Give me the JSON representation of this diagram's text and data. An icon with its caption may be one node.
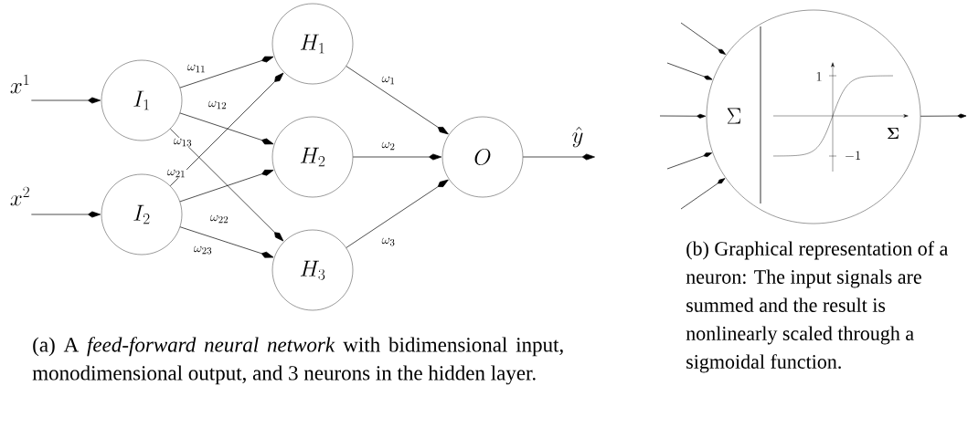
{
  "diagram": {
    "nodes": [
      {
        "text": [
          "x^1"
        ]
      },
      {
        "text": [
          "x^2"
        ]
      },
      {
        "text": [
          "I_1"
        ]
      },
      {
        "text": [
          "I_2"
        ]
      },
      {
        "text": [
          "H_1"
        ]
      },
      {
        "text": [
          "H_2"
        ]
      },
      {
        "text": [
          "H_3"
        ]
      },
      {
        "text": [
          "O"
        ]
      },
      {
        "text": [
          "\\hat{y}"
        ]
      },
      {
        "text": [
          "\\Sigma",
          "1",
          "-1",
          "\\Sigma"
        ]
      }
    ],
    "edges": [
      {
        "from": 0,
        "to": 2,
        "arrow": "to"
      },
      {
        "from": 1,
        "to": 3,
        "arrow": "to"
      },
      {
        "from": 2,
        "to": 4,
        "arrow": "to",
        "label": "\\omega_{11}"
      },
      {
        "from": 2,
        "to": 5,
        "arrow": "to",
        "label": "\\omega_{12}"
      },
      {
        "from": 2,
        "to": 6,
        "arrow": "to",
        "label": "\\omega_{13}"
      },
      {
        "from": 3,
        "to": 4,
        "arrow": "to",
        "label": "\\omega_{21}"
      },
      {
        "from": 3,
        "to": 5,
        "arrow": "to",
        "label": "\\omega_{22}"
      },
      {
        "from": 3,
        "to": 6,
        "arrow": "to",
        "label": "\\omega_{23}"
      },
      {
        "from": 4,
        "to": 7,
        "arrow": "to",
        "label": "\\omega_1"
      },
      {
        "from": 5,
        "to": 7,
        "arrow": "to",
        "label": "\\omega_2"
      },
      {
        "from": 6,
        "to": 7,
        "arrow": "to",
        "label": "\\omega_3"
      },
      {
        "from": 7,
        "to": 8,
        "arrow": "to"
      },
      {
        "from": null,
        "to": 9,
        "arrow": "to"
      },
      {
        "from": null,
        "to": 9,
        "arrow": "to"
      },
      {
        "from": null,
        "to": 9,
        "arrow": "to"
      },
      {
        "from": null,
        "to": 9,
        "arrow": "to"
      },
      {
        "from": null,
        "to": 9,
        "arrow": "to"
      },
      {
        "from": 9,
        "to": null,
        "arrow": "to"
      }
    ],
    "labels": [
      "(a) A *feed-forward neural network* with bidimensional input, monodimensional output, and 3 neurons in the hidden layer.",
      "(b) Graphical representation of a neuron: The input signals are summed and the result is nonlinearly scaled through a sigmoidal function."
    ]
  }
}
